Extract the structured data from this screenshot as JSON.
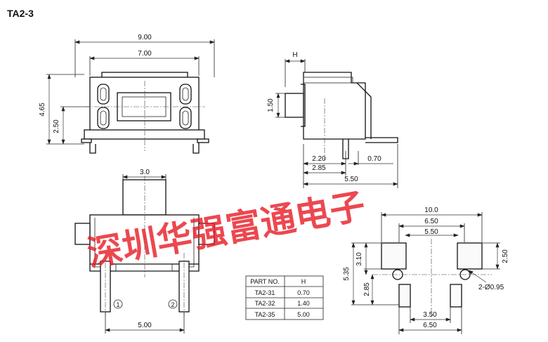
{
  "title": "TA2-3",
  "watermark": "深圳华强富通电子",
  "colors": {
    "line": "#111111",
    "watermark": "#e8202a",
    "background": "#ffffff"
  },
  "front_view": {
    "width": "9.00",
    "inner_width": "7.00",
    "height": "4.65",
    "mid_height": "2.50"
  },
  "side_view": {
    "h": "H",
    "stem": "1.50",
    "d1": "2.20",
    "d2": "2.85",
    "d3": "0.70",
    "depth": "5.50"
  },
  "bottom_view": {
    "button_width": "3.0",
    "pin_pitch": "5.00",
    "pin1": "1",
    "pin2": "2"
  },
  "pcb_layout": {
    "w1": "10.0",
    "w2": "6.50",
    "w3": "5.50",
    "h1": "3.10",
    "h2": "5.35",
    "h3": "2.85",
    "pad_h": "2.50",
    "hole": "2-Ø0.95",
    "w4": "3.50",
    "w5": "6.50"
  },
  "part_table": {
    "headers": [
      "PART NO.",
      "H"
    ],
    "rows": [
      [
        "TA2-31",
        "0.70"
      ],
      [
        "TA2-32",
        "1.40"
      ],
      [
        "TA2-35",
        "5.00"
      ]
    ]
  }
}
